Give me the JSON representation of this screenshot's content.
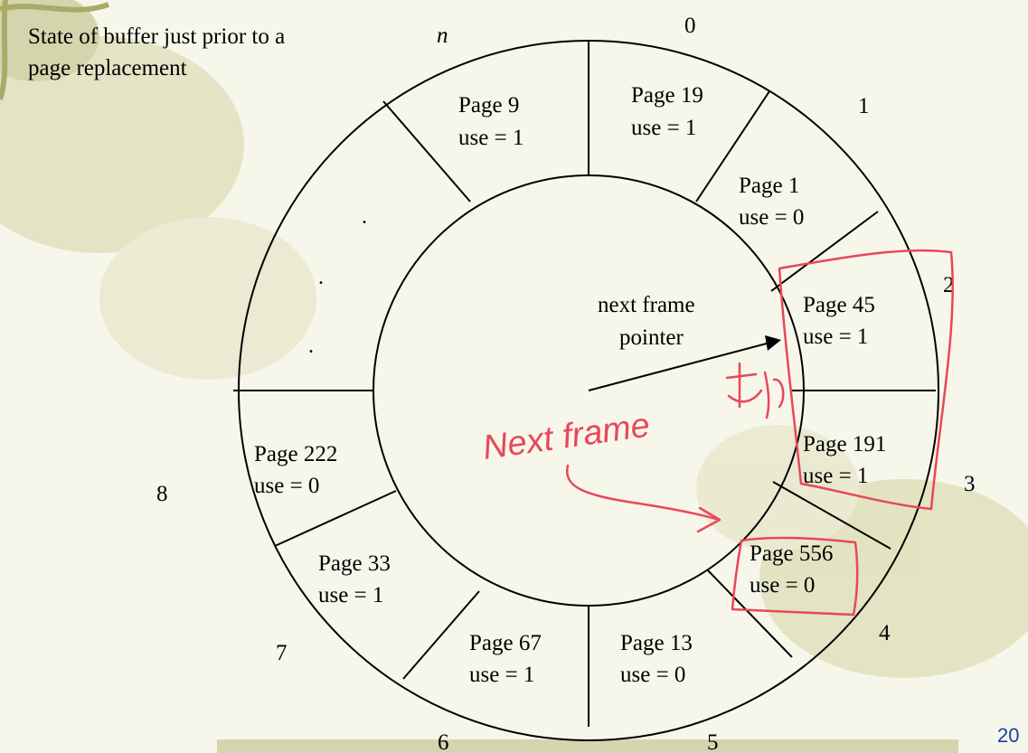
{
  "title_line1": "State of buffer just prior to a",
  "title_line2": "page replacement",
  "pointer_line1": "next frame",
  "pointer_line2": "pointer",
  "ellipsis": ".",
  "slide_number": "20",
  "frame_numbers": [
    "0",
    "1",
    "2",
    "3",
    "4",
    "5",
    "6",
    "7",
    "8",
    "n"
  ],
  "frames": [
    {
      "page": "Page 19",
      "use": "use = 1"
    },
    {
      "page": "Page 1",
      "use": "use = 0"
    },
    {
      "page": "Page 45",
      "use": "use = 1"
    },
    {
      "page": "Page 191",
      "use": "use = 1"
    },
    {
      "page": "Page 556",
      "use": "use = 0"
    },
    {
      "page": "Page 13",
      "use": "use = 0"
    },
    {
      "page": "Page 67",
      "use": "use = 1"
    },
    {
      "page": "Page 33",
      "use": "use = 1"
    },
    {
      "page": "Page 222",
      "use": "use = 0"
    },
    {
      "page": "Page 9",
      "use": "use = 1"
    }
  ],
  "handwritten_note": "Next frame",
  "colors": {
    "annotation": "#e8475a",
    "pointer": "#000000",
    "slide_number": "#1a3fa8"
  }
}
